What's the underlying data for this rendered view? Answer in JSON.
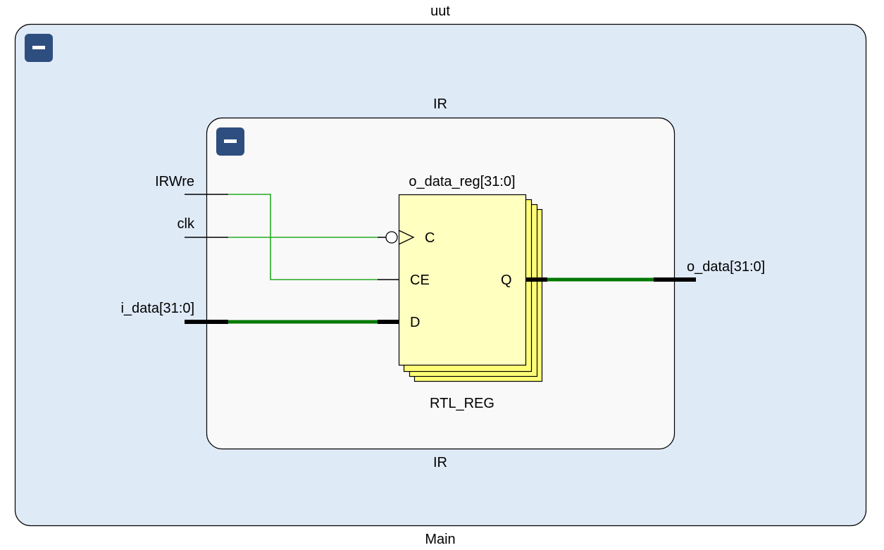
{
  "outer_block": {
    "title": "uut",
    "footer": "Main"
  },
  "inner_block": {
    "title": "IR",
    "footer": "IR"
  },
  "register": {
    "instance_name": "o_data_reg[31:0]",
    "cell_type": "RTL_REG",
    "pins": {
      "clock": "C",
      "enable": "CE",
      "data_in": "D",
      "data_out": "Q"
    }
  },
  "ports": {
    "inputs": [
      "IRWre",
      "clk",
      "i_data[31:0]"
    ],
    "outputs": [
      "o_data[31:0]"
    ]
  },
  "icons": {
    "collapse": "minus-icon"
  },
  "colors": {
    "outer_fill": "#dfeaf7",
    "inner_fill": "#f9f9f9",
    "register_fill": "#ffffc0",
    "register_stack_fill": "#ffff77",
    "net": "#22aa22",
    "bus": "#007800",
    "button": "#2f4e80"
  }
}
